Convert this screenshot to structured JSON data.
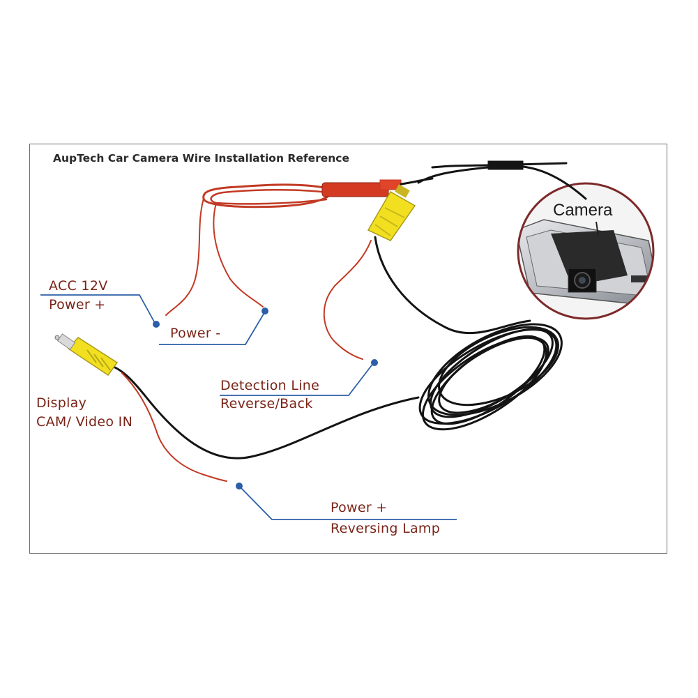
{
  "title": "AupTech Car Camera Wire Installation Reference",
  "camera_label": "Camera",
  "callouts": {
    "acc": {
      "line1": "ACC 12V",
      "line2": "Power +"
    },
    "power_minus": "Power -",
    "detection": {
      "line1": "Detection Line",
      "line2": "Reverse/Back"
    },
    "display": {
      "line1": "Display",
      "line2": "CAM/ Video IN"
    },
    "reversing": {
      "line1": "Power +",
      "line2": "Reversing Lamp"
    }
  },
  "colors": {
    "label_text": "#7a2418",
    "leader_line": "#2c5fa8",
    "red_wire": "#c23a24",
    "black_wire": "#141414",
    "rca_yellow": "#f2e020",
    "frame_border": "#6b6b6b"
  }
}
